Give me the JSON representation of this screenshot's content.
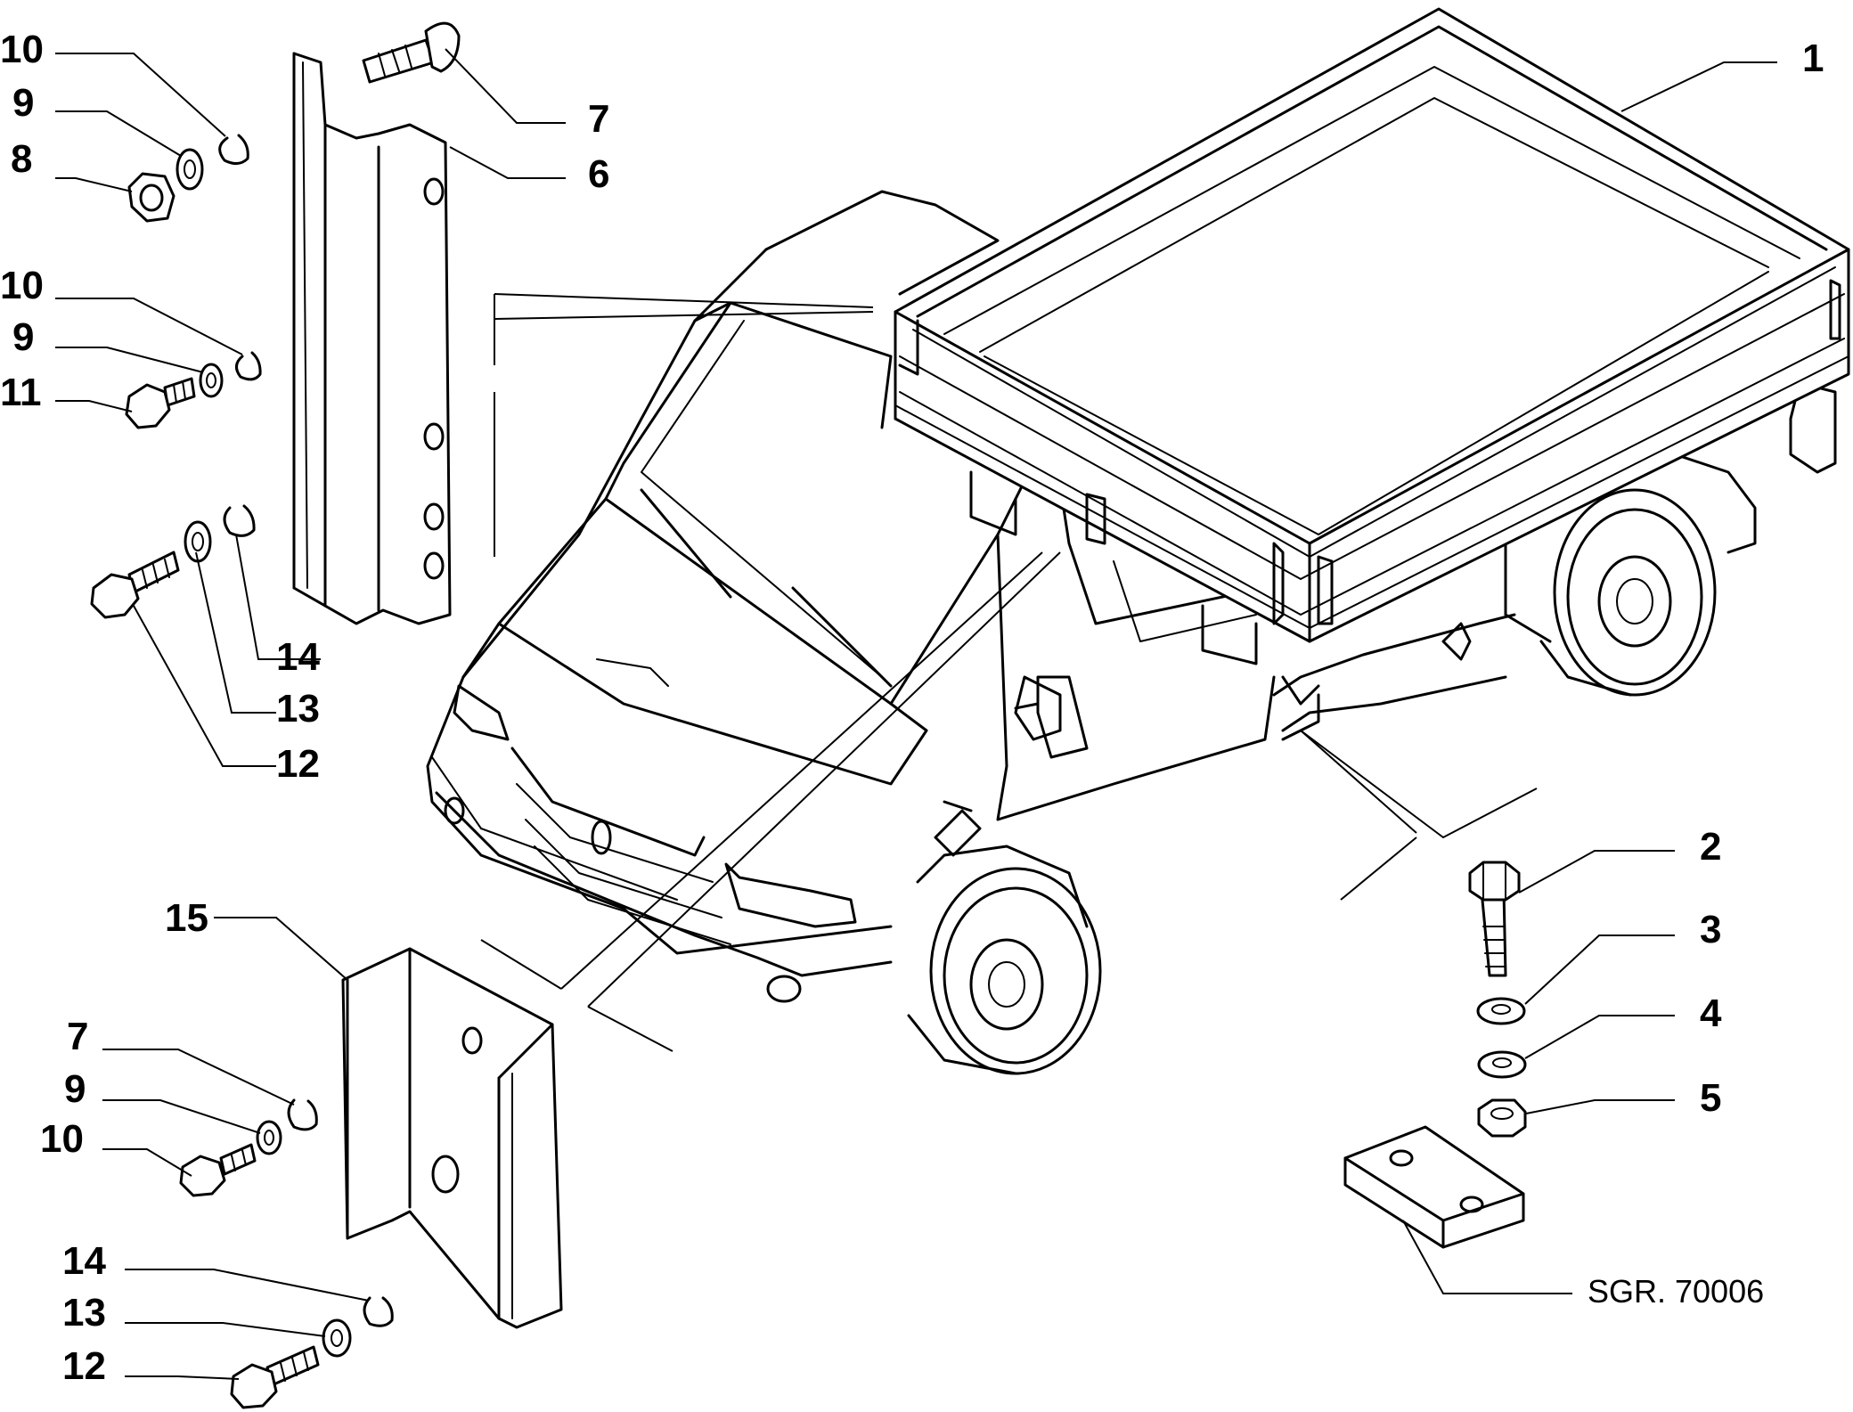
{
  "callouts": [
    {
      "n": "1",
      "part": "tipper-body"
    },
    {
      "n": "2",
      "part": "hex-bolt"
    },
    {
      "n": "3",
      "part": "flat-washer"
    },
    {
      "n": "4",
      "part": "spring-washer"
    },
    {
      "n": "5",
      "part": "hex-nut"
    },
    {
      "n": "6",
      "part": "side-upright-bracket"
    },
    {
      "n": "7",
      "part": "carriage-bolt"
    },
    {
      "n": "8",
      "part": "hex-nut"
    },
    {
      "n": "9",
      "part": "flat-washer"
    },
    {
      "n": "10",
      "part": "split-washer"
    },
    {
      "n": "11",
      "part": "flange-bolt"
    },
    {
      "n": "12",
      "part": "flange-bolt"
    },
    {
      "n": "13",
      "part": "flat-washer"
    },
    {
      "n": "14",
      "part": "split-washer"
    },
    {
      "n": "15",
      "part": "front-corner-bracket"
    }
  ],
  "labels": {
    "l1": "1",
    "l2": "2",
    "l3": "3",
    "l4": "4",
    "l5": "5",
    "l6": "6",
    "l7a": "7",
    "l7b": "7",
    "l8": "8",
    "l9a": "9",
    "l9b": "9",
    "l9c": "9",
    "l10a": "10",
    "l10b": "10",
    "l10c": "10",
    "l11": "11",
    "l12a": "12",
    "l12b": "12",
    "l13a": "13",
    "l13b": "13",
    "l14a": "14",
    "l14b": "14",
    "l15": "15"
  },
  "reference": "SGR. 70006"
}
